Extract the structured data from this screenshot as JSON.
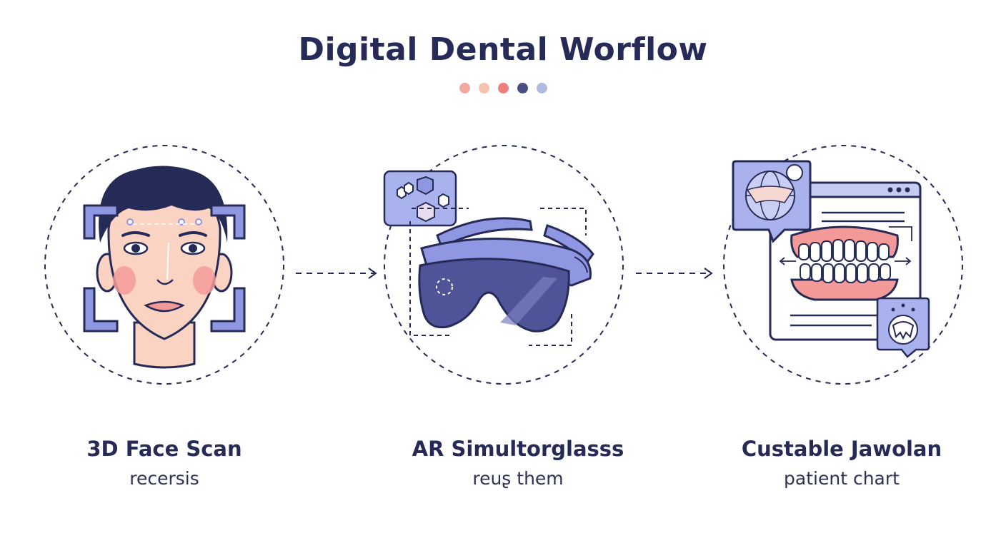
{
  "title": "Digital Dental Worflow",
  "dots": [
    "#f2a7a0",
    "#f7c2b0",
    "#ee7e80",
    "#4a4d82",
    "#aebce0"
  ],
  "colors": {
    "navy": "#262a56",
    "periwinkle": "#8f96e2",
    "pink": "#f39a99",
    "skin": "#fbd3c3"
  },
  "steps": [
    {
      "title": "3D Face Scan",
      "subtitle": "recersis",
      "icon": "face-scan-icon"
    },
    {
      "title": "AR Simultorglasss",
      "subtitle": "reuʂ them",
      "icon": "ar-glasses-icon"
    },
    {
      "title": "Custable Jawolan",
      "subtitle": "patient chart",
      "icon": "dental-chart-icon"
    }
  ]
}
